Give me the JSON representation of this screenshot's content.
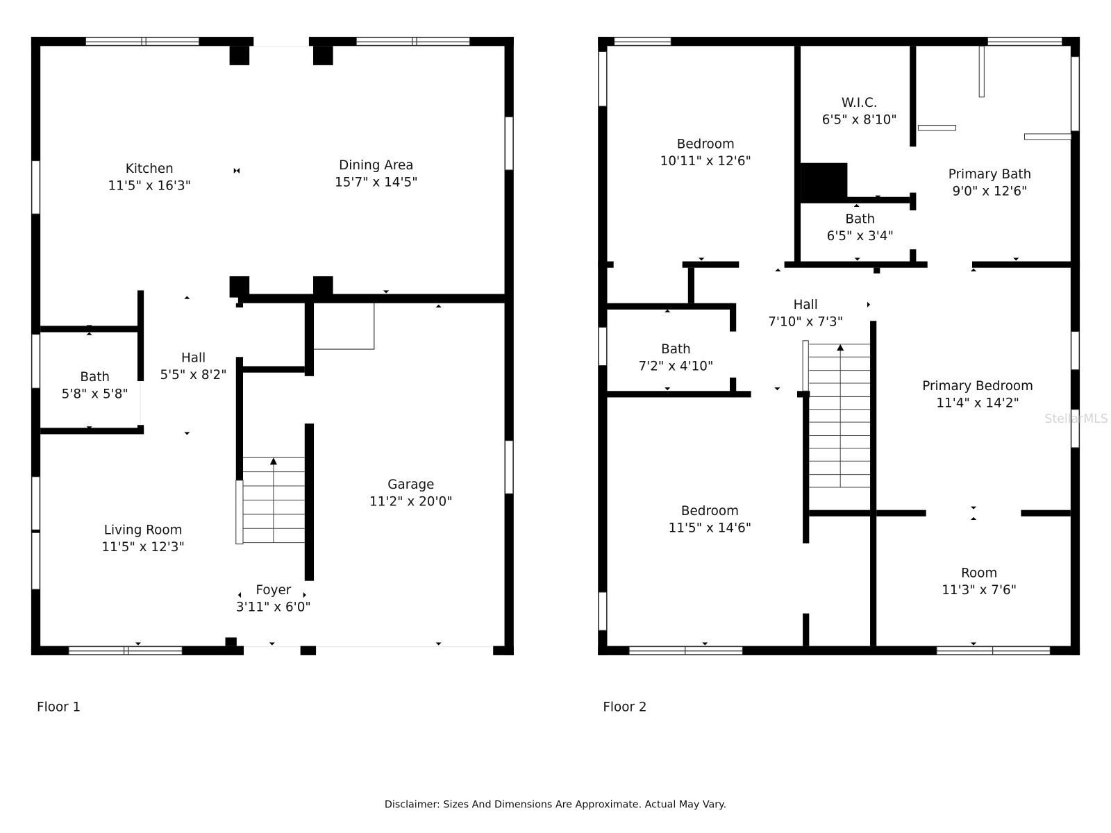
{
  "floor_plan": {
    "floors": [
      {
        "label": "Floor 1",
        "rooms": [
          {
            "name": "Kitchen",
            "size": "11'5\" x 16'3\""
          },
          {
            "name": "Dining Area",
            "size": "15'7\" x 14'5\""
          },
          {
            "name": "Hall",
            "size": "5'5\" x 8'2\""
          },
          {
            "name": "Bath",
            "size": "5'8\" x 5'8\""
          },
          {
            "name": "Garage",
            "size": "11'2\" x 20'0\""
          },
          {
            "name": "Living Room",
            "size": "11'5\" x 12'3\""
          },
          {
            "name": "Foyer",
            "size": "3'11\" x 6'0\""
          }
        ]
      },
      {
        "label": "Floor 2",
        "rooms": [
          {
            "name": "Bedroom",
            "size": "10'11\" x 12'6\""
          },
          {
            "name": "W.I.C.",
            "size": "6'5\" x 8'10\""
          },
          {
            "name": "Primary Bath",
            "size": "9'0\" x 12'6\""
          },
          {
            "name": "Bath",
            "size": "6'5\" x 3'4\""
          },
          {
            "name": "Hall",
            "size": "7'10\" x 7'3\""
          },
          {
            "name": "Bath",
            "size": "7'2\" x 4'10\""
          },
          {
            "name": "Primary Bedroom",
            "size": "11'4\" x 14'2\""
          },
          {
            "name": "Bedroom",
            "size": "11'5\" x 14'6\""
          },
          {
            "name": "Room",
            "size": "11'3\" x 7'6\""
          }
        ]
      }
    ],
    "disclaimer": "Disclaimer: Sizes And Dimensions Are Approximate. Actual May Vary.",
    "watermark": "StellarMLS",
    "colors": {
      "wall": "#000000",
      "background": "#ffffff",
      "text": "#111111"
    }
  }
}
